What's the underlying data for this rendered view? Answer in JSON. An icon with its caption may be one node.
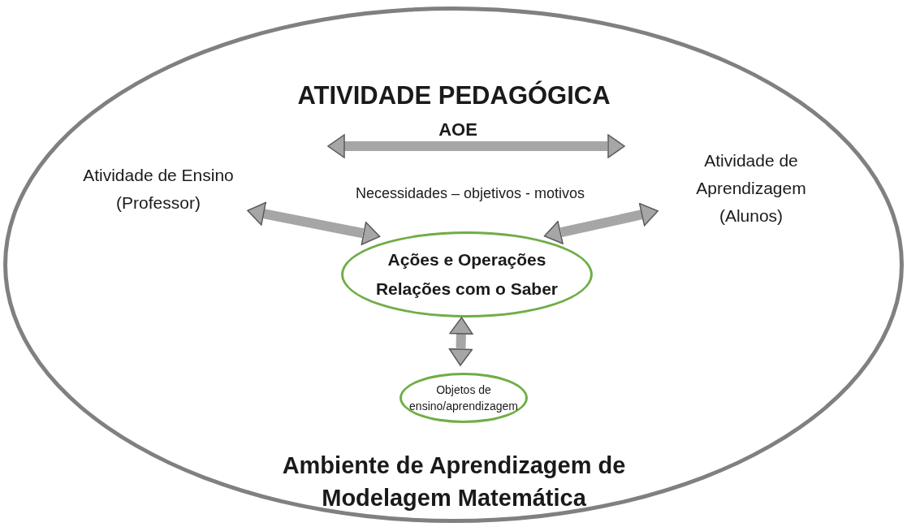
{
  "diagram": {
    "nodes": [
      {
        "text": [
          "ATIVIDADE PEDAGÓGICA",
          "Ambiente de Aprendizagem de Modelagem Matemática"
        ]
      },
      {
        "text": [
          "Atividade de Ensino (Professor)"
        ],
        "in": 0
      },
      {
        "text": [
          "Atividade de Aprendizagem (Alunos)"
        ],
        "in": 0
      },
      {
        "text": [
          "Ações e Operações",
          "Relações com o Saber"
        ],
        "in": 0
      },
      {
        "text": [
          "Objetos de ensino/aprendizagem"
        ],
        "in": 0
      }
    ],
    "edges": [
      {
        "from": 1,
        "to": 3,
        "arrow": "both"
      },
      {
        "from": 2,
        "to": 3,
        "arrow": "both"
      },
      {
        "from": 3,
        "to": 4,
        "arrow": "both"
      }
    ],
    "labels": [
      "AOE",
      "Necessidades – objetivos - motivos"
    ]
  }
}
